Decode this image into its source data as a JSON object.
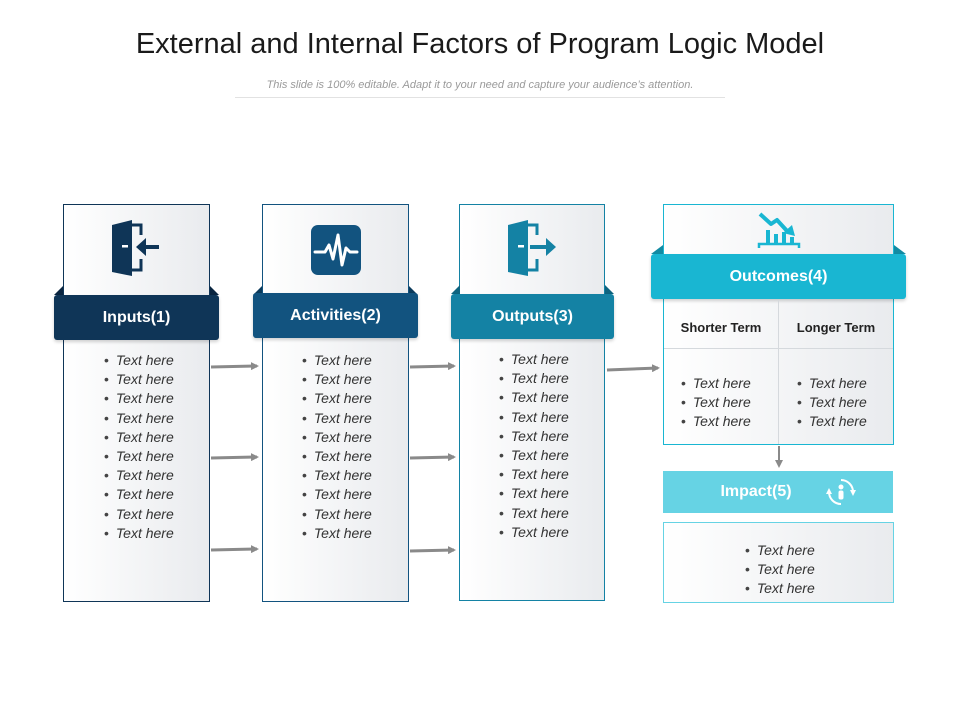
{
  "title": "External and Internal Factors of Program Logic Model",
  "subtitle": "This slide is 100% editable. Adapt it to your need and capture your audience’s attention.",
  "colors": {
    "inputs": "#0f3557",
    "activities": "#12537f",
    "outputs": "#1482a4",
    "outcomes": "#19b6d2",
    "impact": "#66d3e4"
  },
  "inputs": {
    "label": "Inputs(1)",
    "icon": "enter-door-icon",
    "items": [
      "Text here",
      "Text here",
      "Text here",
      "Text here",
      "Text here",
      "Text here",
      "Text here",
      "Text here",
      "Text here",
      "Text here"
    ]
  },
  "activities": {
    "label": "Activities(2)",
    "icon": "pulse-icon",
    "items": [
      "Text here",
      "Text here",
      "Text here",
      "Text here",
      "Text here",
      "Text here",
      "Text here",
      "Text here",
      "Text here",
      "Text here"
    ]
  },
  "outputs": {
    "label": "Outputs(3)",
    "icon": "exit-door-icon",
    "items": [
      "Text here",
      "Text here",
      "Text here",
      "Text here",
      "Text here",
      "Text here",
      "Text here",
      "Text here",
      "Text here",
      "Text here"
    ]
  },
  "outcomes": {
    "label": "Outcomes(4)",
    "icon": "declining-chart-icon",
    "shorter_term": {
      "header": "Shorter Term",
      "items": [
        "Text here",
        "Text here",
        "Text here"
      ]
    },
    "longer_term": {
      "header": "Longer Term",
      "items": [
        "Text here",
        "Text here",
        "Text here"
      ]
    }
  },
  "impact": {
    "label": "Impact(5)",
    "icon": "cycle-person-icon",
    "items": [
      "Text here",
      "Text here",
      "Text here"
    ]
  }
}
